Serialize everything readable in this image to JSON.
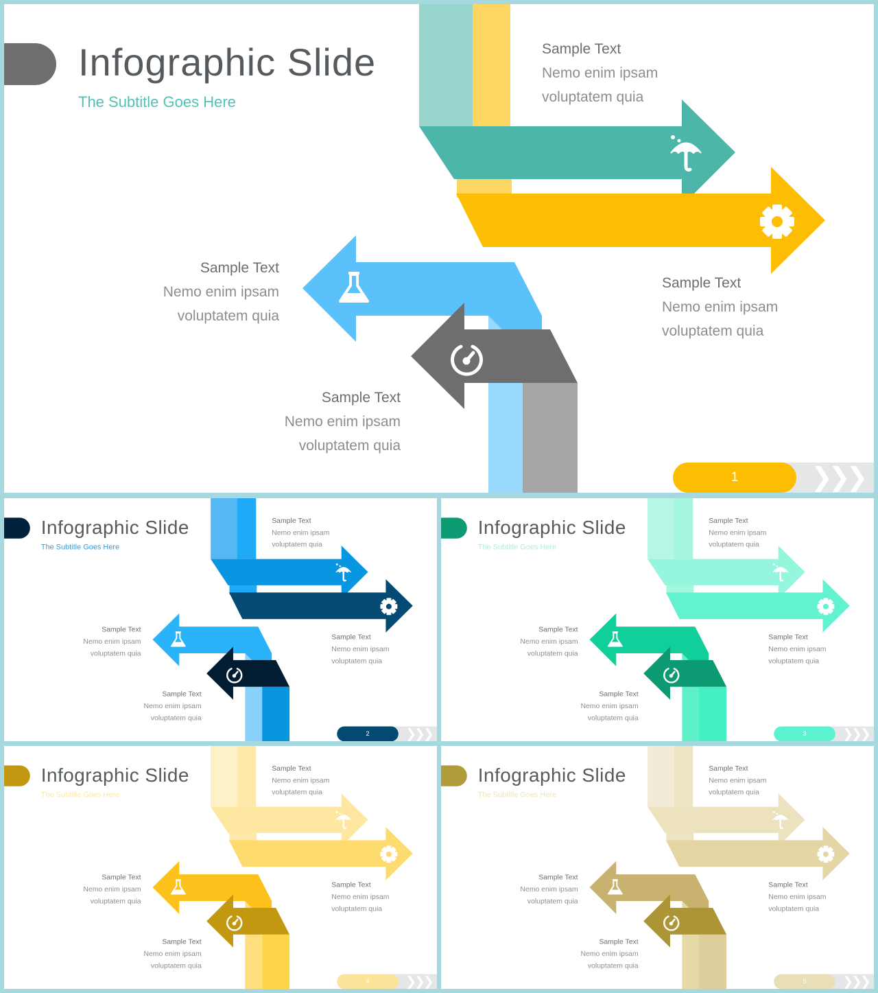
{
  "slides": [
    {
      "title": "Infographic Slide",
      "subtitle": "The Subtitle Goes Here",
      "page": "1",
      "colors": {
        "tab": "#6e6e6e",
        "subtitle": "#52c1b3",
        "pg": "#fdbd02",
        "strip_a": "#97d5cc",
        "strip_b": "#fdd563",
        "arrow1": "#4db6ab",
        "arrow2": "#fdbd02",
        "arrow3": "#5bc1fb",
        "arrow4": "#6e6e6e",
        "strip_c": "#99d9fd",
        "strip_d": "#a6a6a6"
      },
      "items": [
        {
          "heading": "Sample Text",
          "line1": "Nemo enim ipsam",
          "line2": "voluptatem quia"
        },
        {
          "heading": "Sample Text",
          "line1": "Nemo enim ipsam",
          "line2": "voluptatem quia"
        },
        {
          "heading": "Sample Text",
          "line1": "Nemo enim ipsam",
          "line2": "voluptatem quia"
        },
        {
          "heading": "Sample Text",
          "line1": "Nemo enim ipsam",
          "line2": "voluptatem quia"
        }
      ]
    },
    {
      "title": "Infographic Slide",
      "subtitle": "The Subtitle Goes Here",
      "page": "2",
      "colors": {
        "tab": "#02223b",
        "subtitle": "#2aa0e8",
        "pg": "#034a73",
        "strip_a": "#56b7f5",
        "strip_b": "#1eaaf7",
        "arrow1": "#0895e1",
        "arrow2": "#044a73",
        "arrow3": "#2ab3f8",
        "arrow4": "#021d31",
        "strip_c": "#87d1fb",
        "strip_d": "#0896e1"
      },
      "items": [
        {
          "heading": "Sample Text",
          "line1": "Nemo enim ipsam",
          "line2": "voluptatem quia"
        },
        {
          "heading": "Sample Text",
          "line1": "Nemo enim ipsam",
          "line2": "voluptatem quia"
        },
        {
          "heading": "Sample Text",
          "line1": "Nemo enim ipsam",
          "line2": "voluptatem quia"
        },
        {
          "heading": "Sample Text",
          "line1": "Nemo enim ipsam",
          "line2": "voluptatem quia"
        }
      ]
    },
    {
      "title": "Infographic Slide",
      "subtitle": "The Subtitle Goes Here",
      "page": "3",
      "colors": {
        "tab": "#0c9a73",
        "subtitle": "#a8f0dc",
        "pg": "#5cf2cf",
        "strip_a": "#b6f6e4",
        "strip_b": "#a4f6de",
        "arrow1": "#94f7dd",
        "arrow2": "#62f2d0",
        "arrow3": "#11cf9a",
        "arrow4": "#0c9a73",
        "strip_c": "#5ef0c6",
        "strip_d": "#44efc4"
      },
      "items": [
        {
          "heading": "Sample Text",
          "line1": "Nemo enim ipsam",
          "line2": "voluptatem quia"
        },
        {
          "heading": "Sample Text",
          "line1": "Nemo enim ipsam",
          "line2": "voluptatem quia"
        },
        {
          "heading": "Sample Text",
          "line1": "Nemo enim ipsam",
          "line2": "voluptatem quia"
        },
        {
          "heading": "Sample Text",
          "line1": "Nemo enim ipsam",
          "line2": "voluptatem quia"
        }
      ]
    },
    {
      "title": "Infographic Slide",
      "subtitle": "The Subtitle Goes Here",
      "page": "4",
      "colors": {
        "tab": "#c39811",
        "subtitle": "#fde9a6",
        "pg": "#fde39a",
        "strip_a": "#fef1c7",
        "strip_b": "#fee9ab",
        "arrow1": "#fee7a0",
        "arrow2": "#fedb6e",
        "arrow3": "#fdc11b",
        "arrow4": "#c39811",
        "strip_c": "#fede7e",
        "strip_d": "#fed548"
      },
      "items": [
        {
          "heading": "Sample Text",
          "line1": "Nemo enim ipsam",
          "line2": "voluptatem quia"
        },
        {
          "heading": "Sample Text",
          "line1": "Nemo enim ipsam",
          "line2": "voluptatem quia"
        },
        {
          "heading": "Sample Text",
          "line1": "Nemo enim ipsam",
          "line2": "voluptatem quia"
        },
        {
          "heading": "Sample Text",
          "line1": "Nemo enim ipsam",
          "line2": "voluptatem quia"
        }
      ]
    },
    {
      "title": "Infographic Slide",
      "subtitle": "The Subtitle Goes Here",
      "page": "5",
      "colors": {
        "tab": "#b29b3b",
        "subtitle": "#ece3c1",
        "pg": "#e9dfb7",
        "strip_a": "#f2ecd6",
        "strip_b": "#ede4c3",
        "arrow1": "#ece2be",
        "arrow2": "#e3d5a4",
        "arrow3": "#c9b270",
        "arrow4": "#ad9434",
        "strip_c": "#e6d9a8",
        "strip_d": "#ddce9c"
      },
      "items": [
        {
          "heading": "Sample Text",
          "line1": "Nemo enim ipsam",
          "line2": "voluptatem quia"
        },
        {
          "heading": "Sample Text",
          "line1": "Nemo enim ipsam",
          "line2": "voluptatem quia"
        },
        {
          "heading": "Sample Text",
          "line1": "Nemo enim ipsam",
          "line2": "voluptatem quia"
        },
        {
          "heading": "Sample Text",
          "line1": "Nemo enim ipsam",
          "line2": "voluptatem quia"
        }
      ]
    }
  ],
  "icons": [
    "umbrella-icon",
    "gear-icon",
    "flask-icon",
    "gauge-icon",
    "chevrons-icon"
  ]
}
